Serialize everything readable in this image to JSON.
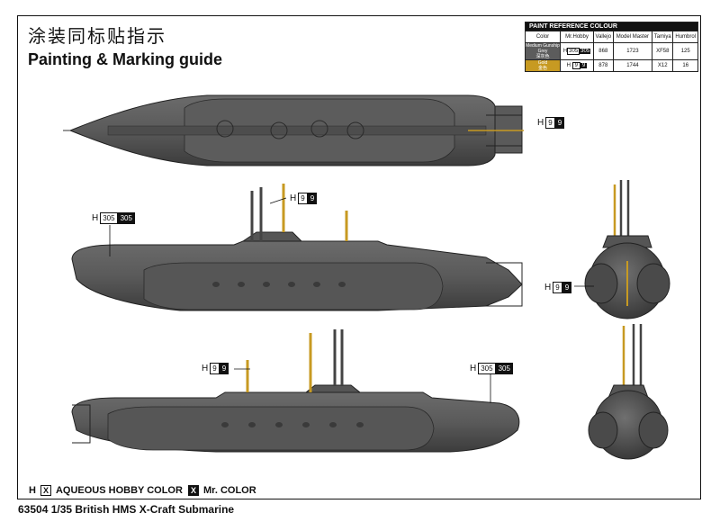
{
  "header": {
    "title_cn": "涂装同标贴指示",
    "title_en": "Painting & Marking guide"
  },
  "paint_table": {
    "title": "PAINT REFERENCE COLOUR",
    "columns": [
      "Color",
      "Mr.Hobby",
      "Vallejo",
      "Model Master",
      "Tamiya",
      "Humbrol"
    ],
    "rows": [
      {
        "color_en": "Medium Gunship Grey",
        "color_cn": "深灰色",
        "swatch": "#5c5c5c",
        "h_code": "305",
        "h_mr": "305",
        "vallejo": "868",
        "model_master": "1723",
        "tamiya": "XF58",
        "humbrol": "125"
      },
      {
        "color_en": "Gold",
        "color_cn": "金色",
        "swatch": "#c79a22",
        "h_code": "9",
        "h_mr": "9",
        "vallejo": "878",
        "model_master": "1744",
        "tamiya": "X12",
        "humbrol": "16"
      }
    ]
  },
  "codes": {
    "h": "H",
    "top_view": {
      "aq": "9",
      "mr": "9"
    },
    "side1_mast": {
      "aq": "9",
      "mr": "9"
    },
    "side1_hull": {
      "aq": "305",
      "mr": "305"
    },
    "front_view": {
      "aq": "9",
      "mr": "9"
    },
    "side2_mast": {
      "aq": "9",
      "mr": "9"
    },
    "side2_hull": {
      "aq": "305",
      "mr": "305"
    }
  },
  "legend": {
    "aqueous_box": "X",
    "aqueous_label": "AQUEOUS HOBBY COLOR",
    "mr_box": "X",
    "mr_label": "Mr. COLOR"
  },
  "footer": {
    "title": "63504 1/35 British HMS X-Craft Submarine"
  },
  "colors": {
    "hull": "#5a5a5a",
    "hull_dark": "#3e3e3e",
    "hull_light": "#707070",
    "gold": "#c79a22"
  }
}
